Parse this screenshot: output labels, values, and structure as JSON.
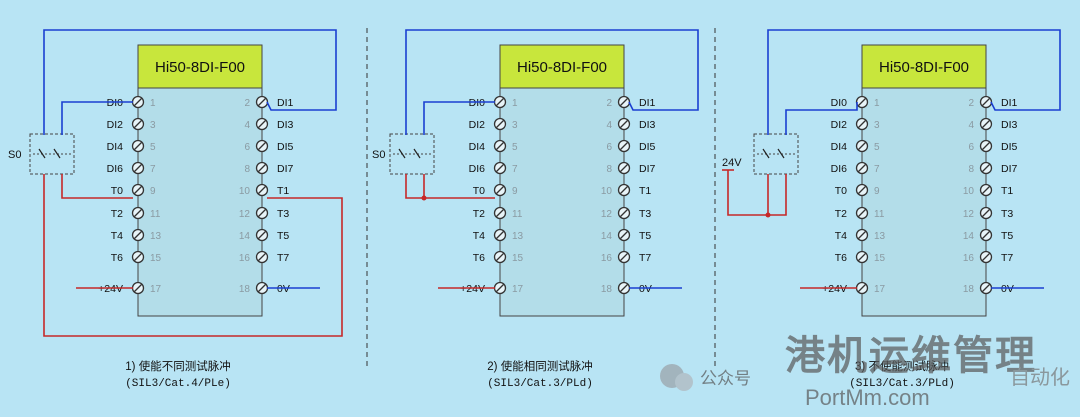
{
  "colors": {
    "background": "#b8e4f4",
    "module_body": "#b3dde9",
    "module_header": "#c8e63c",
    "blue_wire": "#1a3fd1",
    "red_wire": "#c62828",
    "terminal": "#333333"
  },
  "panels": [
    {
      "module_title": "Hi50-8DI-F00",
      "caption": "1) 使能不同测试脉冲",
      "subcaption": "(SIL3/Cat.4/PLe)",
      "switch_label": "S0",
      "left_labels": [
        "DI0",
        "DI2",
        "DI4",
        "DI6",
        "T0",
        "T2",
        "T4",
        "T6",
        "+24V"
      ],
      "left_numbers": [
        "1",
        "3",
        "5",
        "7",
        "9",
        "11",
        "13",
        "15",
        "17"
      ],
      "right_labels": [
        "DI1",
        "DI3",
        "DI5",
        "DI7",
        "T1",
        "T3",
        "T5",
        "T7",
        "0V"
      ],
      "right_numbers": [
        "2",
        "4",
        "6",
        "8",
        "10",
        "12",
        "14",
        "16",
        "18"
      ]
    },
    {
      "module_title": "Hi50-8DI-F00",
      "caption": "2) 使能相同测试脉冲",
      "subcaption": "(SIL3/Cat.3/PLd)",
      "switch_label": "S0",
      "left_labels": [
        "DI0",
        "DI2",
        "DI4",
        "DI6",
        "T0",
        "T2",
        "T4",
        "T6",
        "+24V"
      ],
      "left_numbers": [
        "1",
        "3",
        "5",
        "7",
        "9",
        "11",
        "13",
        "15",
        "17"
      ],
      "right_labels": [
        "DI1",
        "DI3",
        "DI5",
        "DI7",
        "T1",
        "T3",
        "T5",
        "T7",
        "0V"
      ],
      "right_numbers": [
        "2",
        "4",
        "6",
        "8",
        "10",
        "12",
        "14",
        "16",
        "18"
      ]
    },
    {
      "module_title": "Hi50-8DI-F00",
      "caption": "3) 不使能测试脉冲",
      "subcaption": "(SIL3/Cat.3/PLd)",
      "switch_label": "24V",
      "left_labels": [
        "DI0",
        "DI2",
        "DI4",
        "DI6",
        "T0",
        "T2",
        "T4",
        "T6",
        "+24V"
      ],
      "left_numbers": [
        "1",
        "3",
        "5",
        "7",
        "9",
        "11",
        "13",
        "15",
        "17"
      ],
      "right_labels": [
        "DI1",
        "DI3",
        "DI5",
        "DI7",
        "T1",
        "T3",
        "T5",
        "T7",
        "0V"
      ],
      "right_numbers": [
        "2",
        "4",
        "6",
        "8",
        "10",
        "12",
        "14",
        "16",
        "18"
      ]
    }
  ],
  "watermark": {
    "account": "公众号",
    "brand": "港机运维管理",
    "url": "PortMm.com",
    "extra": "自动化"
  }
}
